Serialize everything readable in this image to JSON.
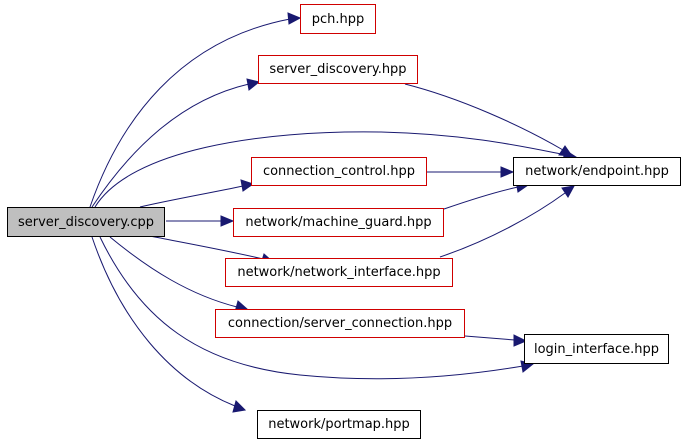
{
  "colors": {
    "edge": "#191970",
    "root_fill": "#bfbfbf",
    "red_border": "#d00000",
    "black_border": "#000000"
  },
  "nodes": {
    "server_discovery_cpp": "server_discovery.cpp",
    "pch_hpp": "pch.hpp",
    "server_discovery_hpp": "server_discovery.hpp",
    "connection_control_hpp": "connection_control.hpp",
    "network_endpoint_hpp": "network/endpoint.hpp",
    "network_machine_guard_hpp": "network/machine_guard.hpp",
    "network_network_interface_hpp": "network/network_interface.hpp",
    "connection_server_connection_hpp": "connection/server_connection.hpp",
    "login_interface_hpp": "login_interface.hpp",
    "network_portmap_hpp": "network/portmap.hpp"
  },
  "edges": [
    {
      "from": "server_discovery_cpp",
      "to": "pch_hpp"
    },
    {
      "from": "server_discovery_cpp",
      "to": "server_discovery_hpp"
    },
    {
      "from": "server_discovery_cpp",
      "to": "network_endpoint_hpp"
    },
    {
      "from": "server_discovery_cpp",
      "to": "connection_control_hpp"
    },
    {
      "from": "server_discovery_cpp",
      "to": "network_machine_guard_hpp"
    },
    {
      "from": "server_discovery_cpp",
      "to": "network_network_interface_hpp"
    },
    {
      "from": "server_discovery_cpp",
      "to": "connection_server_connection_hpp"
    },
    {
      "from": "server_discovery_cpp",
      "to": "login_interface_hpp"
    },
    {
      "from": "server_discovery_cpp",
      "to": "network_portmap_hpp"
    },
    {
      "from": "server_discovery_hpp",
      "to": "network_endpoint_hpp"
    },
    {
      "from": "connection_control_hpp",
      "to": "network_endpoint_hpp"
    },
    {
      "from": "network_machine_guard_hpp",
      "to": "network_endpoint_hpp"
    },
    {
      "from": "network_network_interface_hpp",
      "to": "network_endpoint_hpp"
    },
    {
      "from": "connection_server_connection_hpp",
      "to": "login_interface_hpp"
    }
  ]
}
